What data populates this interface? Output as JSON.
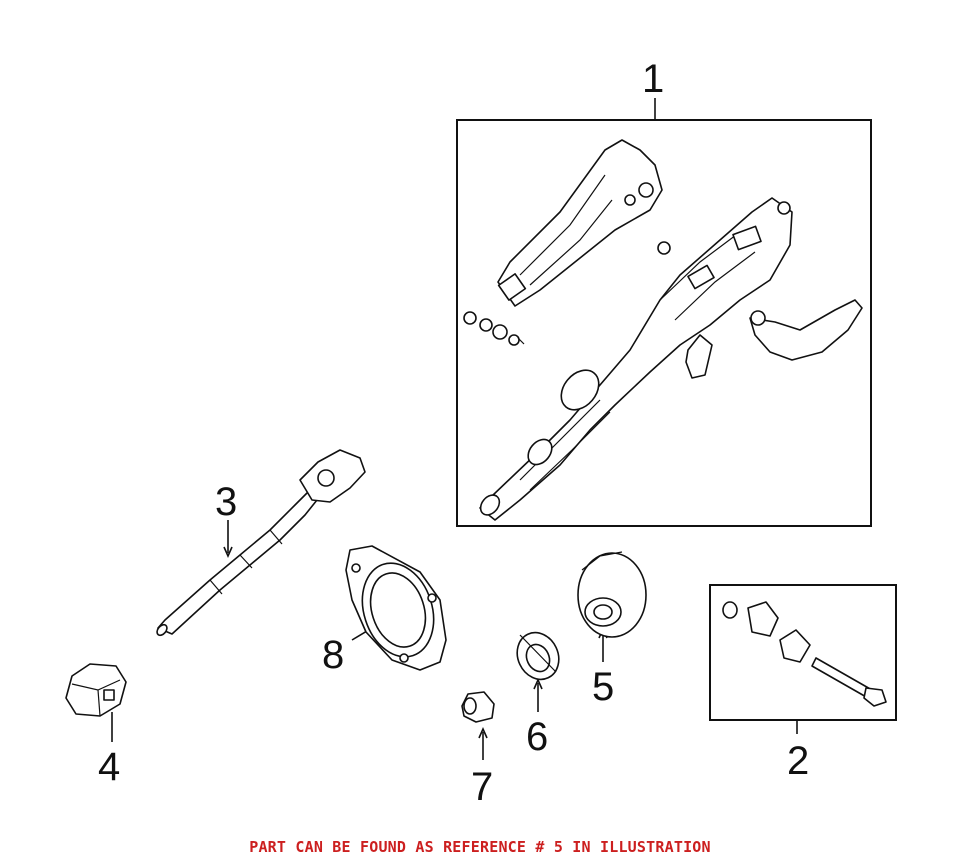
{
  "callouts": {
    "c1": "1",
    "c2": "2",
    "c3": "3",
    "c4": "4",
    "c5": "5",
    "c6": "6",
    "c7": "7",
    "c8": "8"
  },
  "caption": {
    "text": "PART CAN BE FOUND AS REFERENCE # 5 IN ILLUSTRATION",
    "color": "#cc1f1f"
  },
  "colors": {
    "line": "#111111",
    "background": "#ffffff"
  }
}
